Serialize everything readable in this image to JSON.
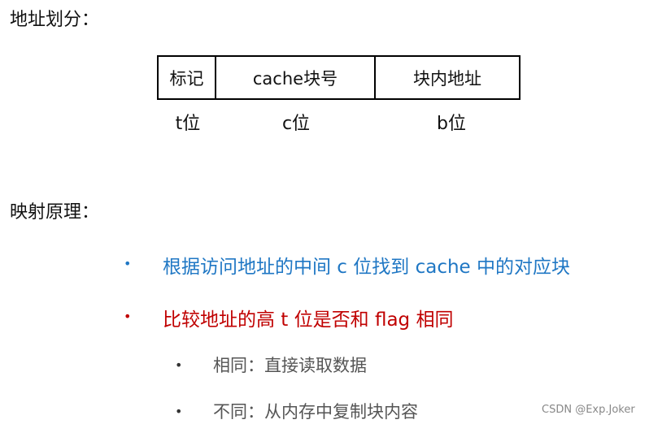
{
  "heading_division": "地址划分：",
  "address_fields": [
    {
      "label": "标记",
      "bits": "t位"
    },
    {
      "label": "cache块号",
      "bits": "c位"
    },
    {
      "label": "块内地址",
      "bits": "b位"
    }
  ],
  "heading_mapping": "映射原理：",
  "bullets": [
    {
      "text": "根据访问地址的中间 c 位找到 cache 中的对应块",
      "color": "#1f77c4"
    },
    {
      "text": "比较地址的高 t 位是否和 flag 相同",
      "color": "#c00000"
    }
  ],
  "sub_bullets": [
    {
      "text": "相同：直接读取数据"
    },
    {
      "text": "不同：从内存中复制块内容"
    }
  ],
  "bullet_glyph": "•",
  "watermark": "CSDN @Exp.Joker"
}
